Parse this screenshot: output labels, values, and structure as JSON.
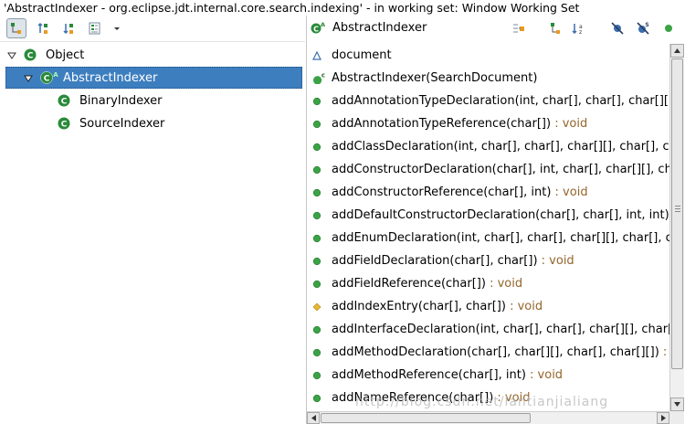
{
  "window": {
    "title": "'AbstractIndexer - org.eclipse.jdt.internal.core.search.indexing' - in working set: Window Working Set"
  },
  "left_toolbar": {
    "buttons": [
      {
        "name": "show-type-hierarchy-icon",
        "active": true
      },
      {
        "name": "show-supertype-hierarchy-icon",
        "active": false
      },
      {
        "name": "show-subtype-hierarchy-icon",
        "active": false
      },
      {
        "name": "previous-hierarchy-inputs-icon",
        "active": false
      },
      {
        "name": "view-menu-icon",
        "active": false
      }
    ]
  },
  "tree": {
    "items": [
      {
        "label": "Object",
        "depth": 0,
        "expanded": true,
        "selected": false
      },
      {
        "label": "AbstractIndexer",
        "depth": 1,
        "expanded": true,
        "selected": true,
        "abstract": true
      },
      {
        "label": "BinaryIndexer",
        "depth": 2,
        "expanded": false,
        "selected": false
      },
      {
        "label": "SourceIndexer",
        "depth": 2,
        "expanded": false,
        "selected": false
      }
    ]
  },
  "members_panel": {
    "title": "AbstractIndexer",
    "toolbar_icons": [
      "lock-view-icon",
      "show-inherited-members-icon",
      "sort-by-defining-type-icon",
      "hide-fields-icon",
      "hide-static-members-icon",
      "hide-non-public-members-icon"
    ],
    "members": [
      {
        "name": "document",
        "return_type": "",
        "kind": "field-protected"
      },
      {
        "name": "AbstractIndexer(SearchDocument)",
        "return_type": "",
        "kind": "constructor"
      },
      {
        "name": "addAnnotationTypeDeclaration(int, char[], char[], char[][], b",
        "return_type": "",
        "kind": "method-public"
      },
      {
        "name": "addAnnotationTypeReference(char[])",
        "return_type": ": void",
        "kind": "method-public"
      },
      {
        "name": "addClassDeclaration(int, char[], char[], char[][], char[], c",
        "return_type": "",
        "kind": "method-public"
      },
      {
        "name": "addConstructorDeclaration(char[], int, char[], char[][], ch",
        "return_type": "",
        "kind": "method-public"
      },
      {
        "name": "addConstructorReference(char[], int)",
        "return_type": ": void",
        "kind": "method-public"
      },
      {
        "name": "addDefaultConstructorDeclaration(char[], char[], int, int)",
        "return_type": "",
        "kind": "method-public"
      },
      {
        "name": "addEnumDeclaration(int, char[], char[], char[][], char[], c",
        "return_type": "",
        "kind": "method-public"
      },
      {
        "name": "addFieldDeclaration(char[], char[])",
        "return_type": ": void",
        "kind": "method-public"
      },
      {
        "name": "addFieldReference(char[])",
        "return_type": ": void",
        "kind": "method-public"
      },
      {
        "name": "addIndexEntry(char[], char[])",
        "return_type": ": void",
        "kind": "method-protected"
      },
      {
        "name": "addInterfaceDeclaration(int, char[], char[], char[][], char[",
        "return_type": "",
        "kind": "method-public"
      },
      {
        "name": "addMethodDeclaration(char[], char[][], char[], char[][])",
        "return_type": ":",
        "kind": "method-public"
      },
      {
        "name": "addMethodReference(char[], int)",
        "return_type": ": void",
        "kind": "method-public"
      },
      {
        "name": "addNameReference(char[])",
        "return_type": ": void",
        "kind": "method-public"
      }
    ]
  },
  "watermark": {
    "text": "http://blog.csdn.net/lantianjialiang"
  },
  "colors": {
    "selection": "#3d7ebf",
    "class_icon": "#2a8a3a",
    "public_method": "#3aa345",
    "protected_method": "#e8b830",
    "return_type": "#95652a"
  }
}
